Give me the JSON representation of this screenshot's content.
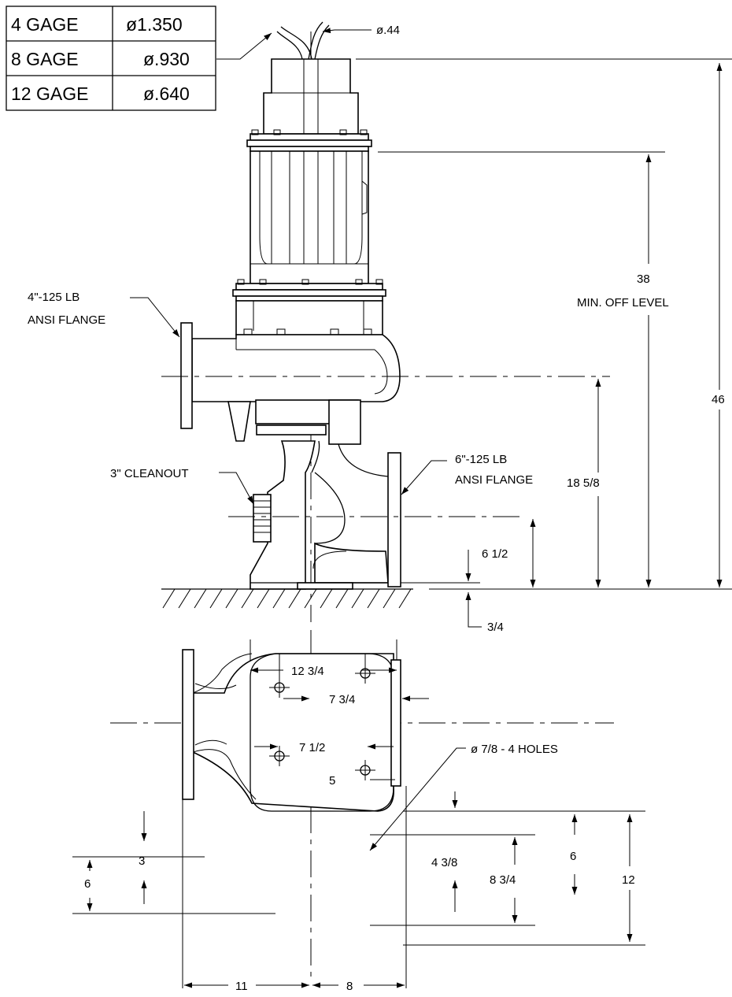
{
  "cable_table": {
    "rows": [
      {
        "gage": "4 GAGE",
        "dia": "ø1.350"
      },
      {
        "gage": "8 GAGE",
        "dia": "ø.930"
      },
      {
        "gage": "12 GAGE",
        "dia": "ø.640"
      }
    ]
  },
  "elevation": {
    "cable_dia": "ø.44",
    "discharge_flange_line1": "4\"-125 LB",
    "discharge_flange_line2": "ANSI FLANGE",
    "cleanout": "3\" CLEANOUT",
    "inlet_flange_line1": "6\"-125 LB",
    "inlet_flange_line2": "ANSI FLANGE",
    "dim_overall_height": "46",
    "dim_off_level_value": "38",
    "dim_off_level_text": "MIN. OFF LEVEL",
    "dim_discharge_height": "18 5/8",
    "dim_inlet_height": "6 1/2",
    "dim_base": "3/4"
  },
  "plan": {
    "dim_overall_width": "12 3/4",
    "dim_7_3_4": "7 3/4",
    "dim_7_1_2": "7 1/2",
    "dim_5": "5",
    "holes": "ø 7/8 - 4 HOLES",
    "dim_3": "3",
    "dim_6_left": "6",
    "dim_4_3_8": "4 3/8",
    "dim_6_right": "6",
    "dim_8_3_4": "8 3/4",
    "dim_12": "12",
    "dim_11": "11",
    "dim_8": "8"
  }
}
